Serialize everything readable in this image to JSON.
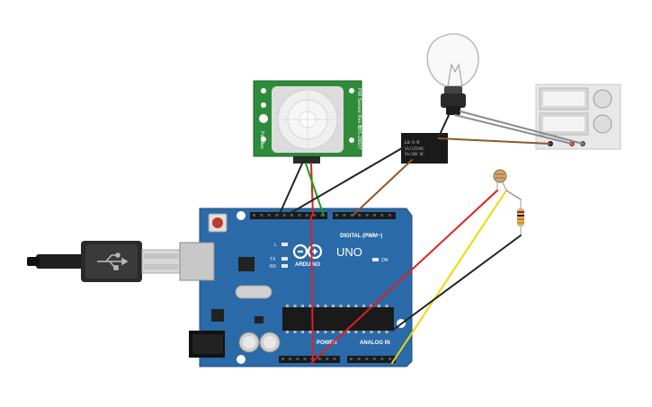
{
  "pir": {
    "side_text": "PIR Sensor Rev B",
    "model": "555-28027",
    "brand": "Parallax"
  },
  "relay": {
    "line1": "LU-5-R",
    "line2": "5A/125VAC",
    "line3": "5A/30V DC"
  },
  "arduino": {
    "logo_text": "ARDUINO",
    "model": "UNO",
    "digital_label": "DIGITAL (PWM~)",
    "power_label": "POWER",
    "analog_label": "ANALOG IN",
    "on_label": "ON",
    "tx_label": "TX",
    "rx_label": "RX",
    "l_label": "L"
  },
  "colors": {
    "board": "#2a6aa8",
    "pir_board": "#2e8b3a",
    "wire_red": "#e02020",
    "wire_yellow": "#f0d800",
    "wire_black": "#222222",
    "wire_brown": "#8b5a2b",
    "wire_green": "#1aa01a",
    "wire_gray": "#8a8a8a"
  }
}
